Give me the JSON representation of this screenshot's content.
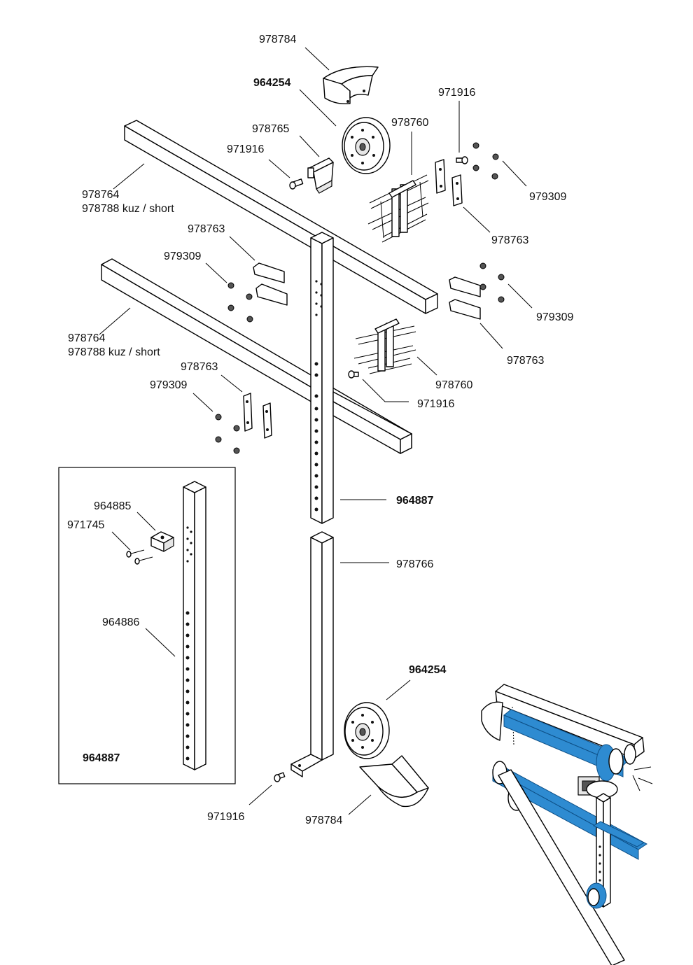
{
  "labels": {
    "p978784_top": "978784",
    "p964254_top": "964254",
    "p971916_a": "971916",
    "p978765": "978765",
    "p971916_b": "971916",
    "p978760_top": "978760",
    "p979309_top_r": "979309",
    "p978763_top_r": "978763",
    "p978764_top_1": "978764",
    "p978788_top_1": "978788 kuz / short",
    "p978763_mid_l": "978763",
    "p979309_mid_l": "979309",
    "p979309_mid_r": "979309",
    "p978763_mid_r": "978763",
    "p978764_mid_1": "978764",
    "p978788_mid_1": "978788 kuz / short",
    "p978763_low_l": "978763",
    "p979309_low_l": "979309",
    "p978760_low": "978760",
    "p971916_c": "971916",
    "p964887_right": "964887",
    "p978766": "978766",
    "p964885": "964885",
    "p971745": "971745",
    "p964886": "964886",
    "p964887_inset": "964887",
    "p964254_bottom": "964254",
    "p971916_d": "971916",
    "p978784_bottom": "978784"
  },
  "colors": {
    "highlight": "#2e8bd1",
    "line": "#000000"
  }
}
